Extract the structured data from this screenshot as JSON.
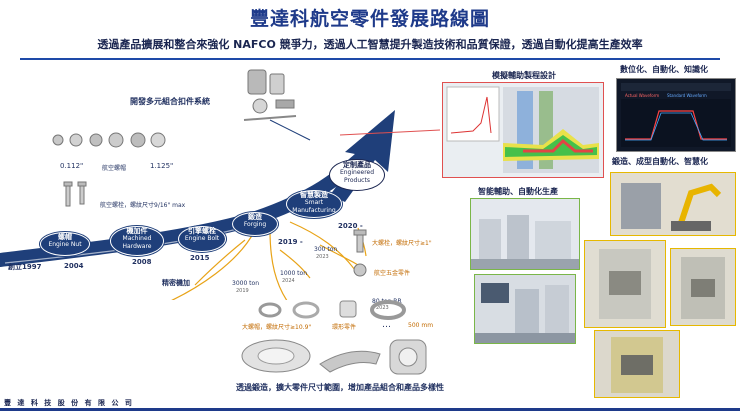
{
  "header": {
    "title": "豐達科航空零件發展路線圖",
    "subtitle": "透過產品擴展和整合來強化 NAFCO 競爭力，透過人工智慧提升製造技術和品質保證，透過自動化提高生產效率"
  },
  "timeline": {
    "founded": "創立1997",
    "years": [
      "2004",
      "2008",
      "2015",
      "2019 -",
      "2020 -"
    ],
    "stages": [
      {
        "zh": "螺帽",
        "en": "Engine Nut"
      },
      {
        "zh": "機加件",
        "en": "Machined Hardware"
      },
      {
        "zh": "引擎螺栓",
        "en": "Engine Bolt"
      },
      {
        "zh": "鍛造",
        "en": "Forging"
      },
      {
        "zh": "智慧製造",
        "en": "Smart Manufacturing"
      },
      {
        "zh": "定制產品",
        "en": "Engineered Products"
      }
    ],
    "precision": "精密機加"
  },
  "fasteners": {
    "label": "開發多元組合扣件系統",
    "size_min": "0.112\"",
    "size_label": "航空螺帽",
    "size_max": "1.125\"",
    "bolt_label": "航空螺栓，螺紋尺寸9/16\" max"
  },
  "forging": {
    "big_bolt": "大螺栓，螺紋尺寸≥1\"",
    "hardware": "航空五金零件",
    "ton300": {
      "ton": "300 ton",
      "year": "2023"
    },
    "ton1000": {
      "ton": "1000 ton",
      "year": "2024"
    },
    "ton3000": {
      "ton": "3000 ton",
      "year": "2019"
    },
    "ton80": {
      "ton": "80 ton RR",
      "year": "2023"
    },
    "big_bolt_2": "大螺帽，螺紋尺寸≥10.9\"",
    "ring_parts": "環形零件",
    "ellipsis": "…",
    "size_500": "500 mm",
    "bottom_caption": "透過鍛造，擴大零件尺寸範圍，增加產品組合和產品多樣性"
  },
  "right": {
    "sim_title": "模擬輔助製程設計",
    "digital_title": "數位化、自動化、知識化",
    "assist_title": "智能輔助、自動化生產",
    "forge_auto_title": "鍛造、成型自動化、智慧化",
    "chart_legend_1": "Actual Waveform",
    "chart_legend_2": "Standard Waveform"
  },
  "footer": {
    "company": "豐 達 科 技 股 份 有 限 公 司"
  },
  "colors": {
    "navy": "#1f3f7a",
    "accent": "#1e4aa8",
    "orange": "#e8a317",
    "red_frame": "#e05050",
    "green_frame": "#7ab648",
    "yellow_frame": "#e6b800"
  }
}
